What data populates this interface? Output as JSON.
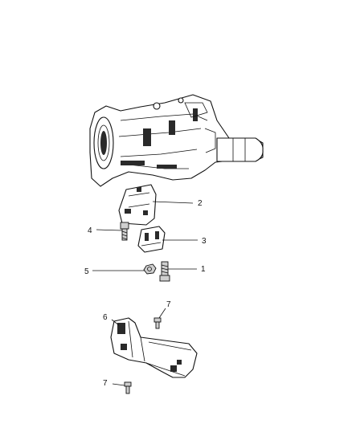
{
  "callouts": [
    {
      "id": "c2",
      "text": "2"
    },
    {
      "id": "c4",
      "text": "4"
    },
    {
      "id": "c3",
      "text": "3"
    },
    {
      "id": "c5",
      "text": "5"
    },
    {
      "id": "c1",
      "text": "1"
    },
    {
      "id": "c6",
      "text": "6"
    },
    {
      "id": "c7a",
      "text": "7"
    },
    {
      "id": "c7b",
      "text": "7"
    }
  ]
}
